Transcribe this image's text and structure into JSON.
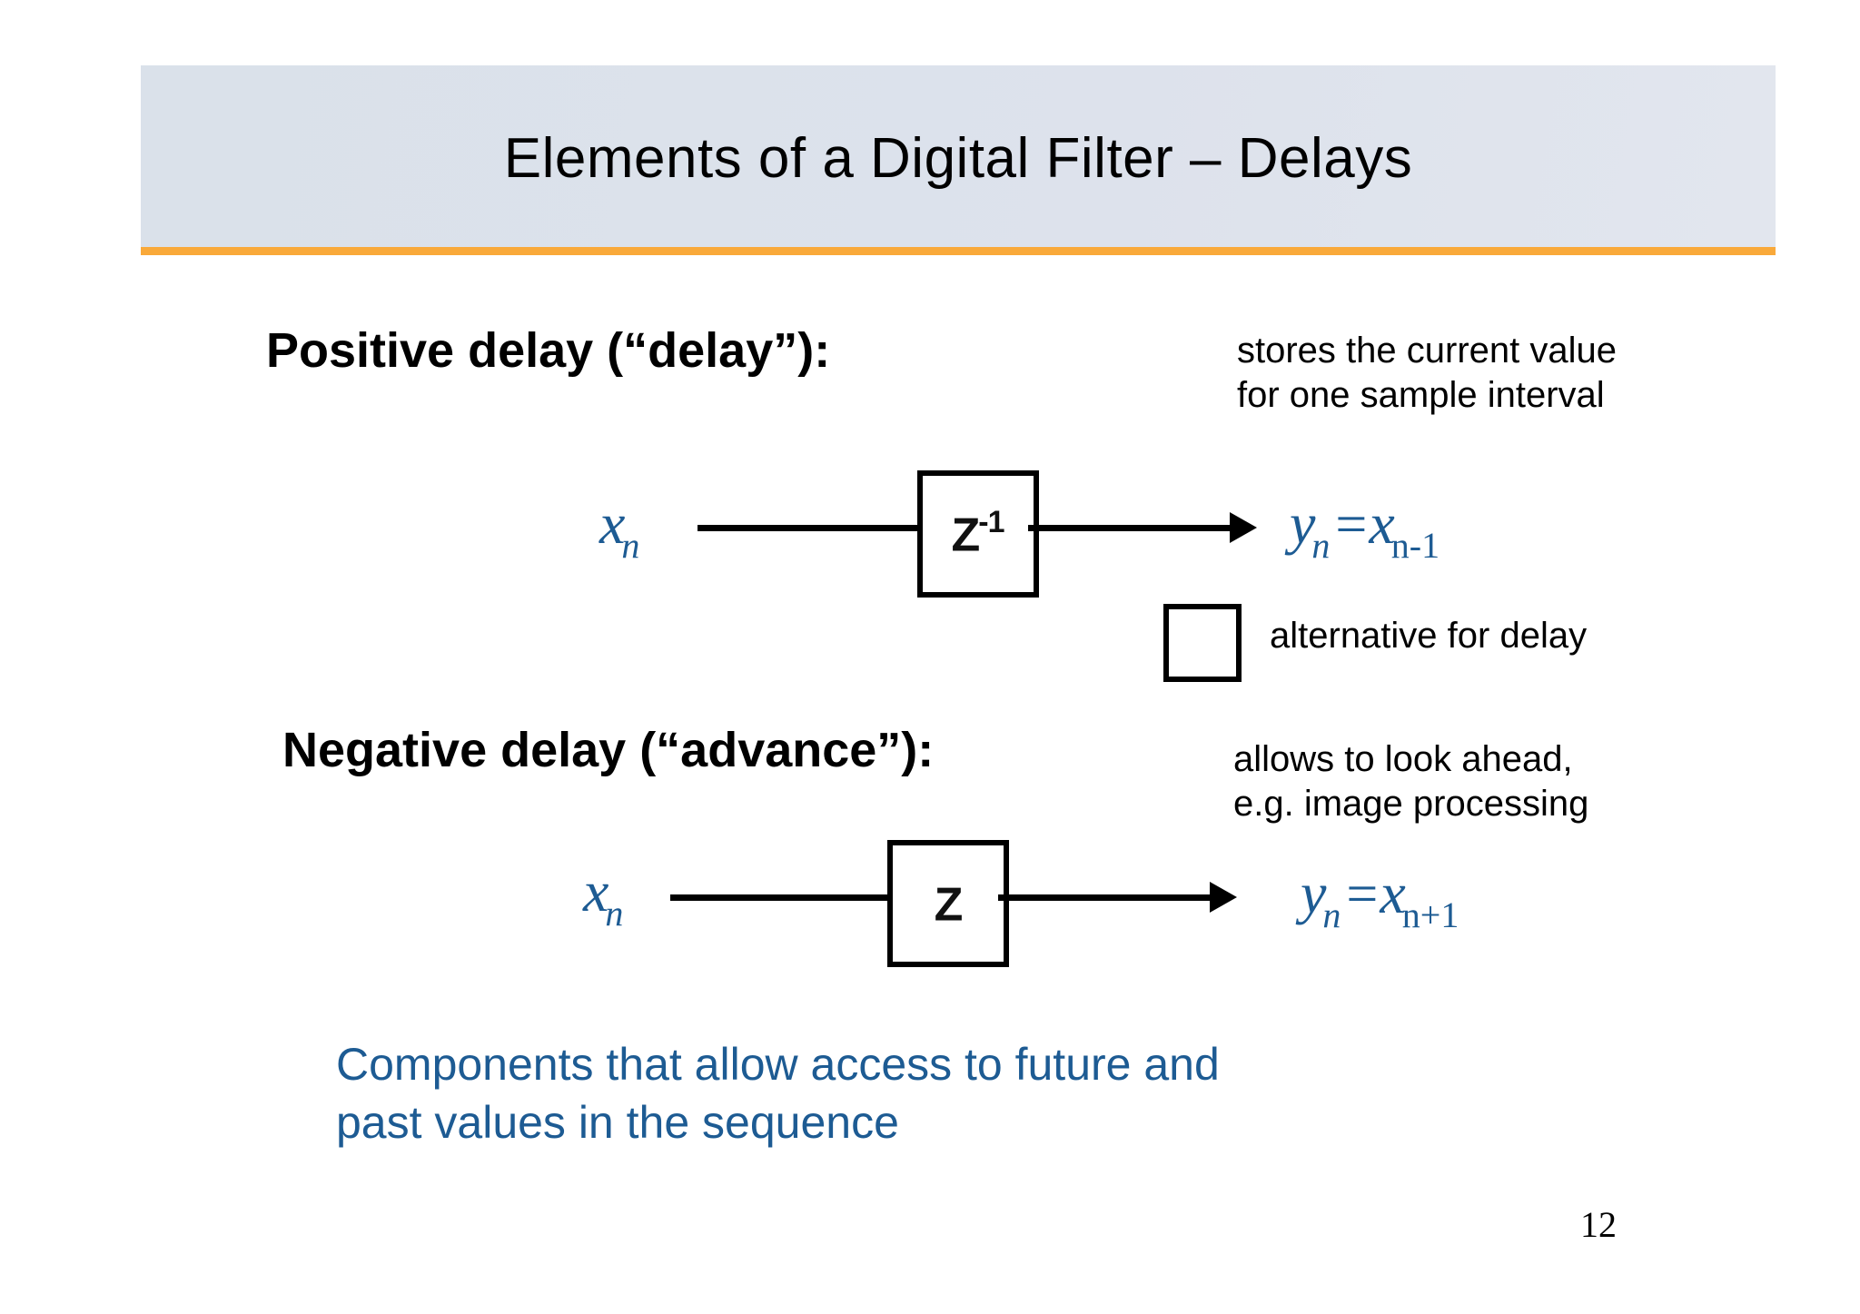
{
  "slide": {
    "title": "Elements of a Digital Filter – Delays",
    "page_number": "12",
    "accent_color": "#f9a93a",
    "title_band_color": "#dae1ea",
    "formula_color": "#1d5b93"
  },
  "sections": [
    {
      "heading": "Positive delay (“delay”):",
      "note": "stores the current value\nfor one sample interval",
      "diagram": {
        "input_var": "x",
        "input_sub": "n",
        "block_label": "Z",
        "block_exponent": "-1",
        "output_var": "y",
        "output_sub": "n",
        "equals": "=",
        "result_var": "x",
        "result_sub": "n-1"
      },
      "alternative_note": "alternative for delay"
    },
    {
      "heading": "Negative delay (“advance”):",
      "note": "allows to look ahead,\ne.g. image processing",
      "diagram": {
        "input_var": "x",
        "input_sub": "n",
        "block_label": "Z",
        "block_exponent": "",
        "output_var": "y",
        "output_sub": "n",
        "equals": "=",
        "result_var": "x",
        "result_sub": "n+1"
      }
    }
  ],
  "summary": "Components that allow access to future and\npast values in the sequence"
}
